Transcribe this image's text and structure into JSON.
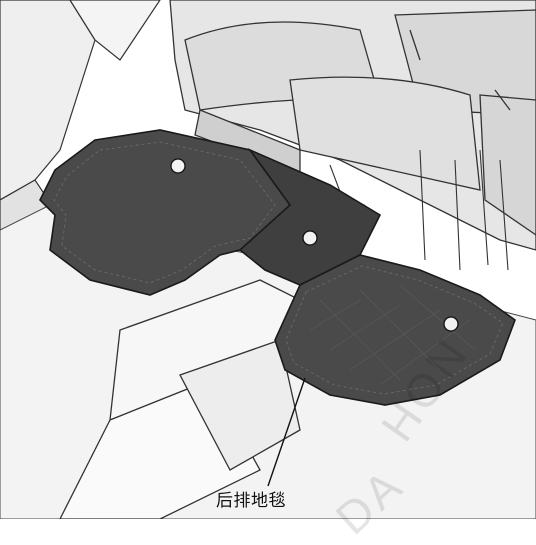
{
  "labels": {
    "rear_floor_mat": "后排地毯"
  },
  "watermark": {
    "top": "HON",
    "bottom": "DA"
  },
  "colors": {
    "line": "#2a2a2a",
    "mat_fill": "#4a4a4a",
    "seat_fill": "#e4e4e4",
    "background": "#ffffff"
  }
}
